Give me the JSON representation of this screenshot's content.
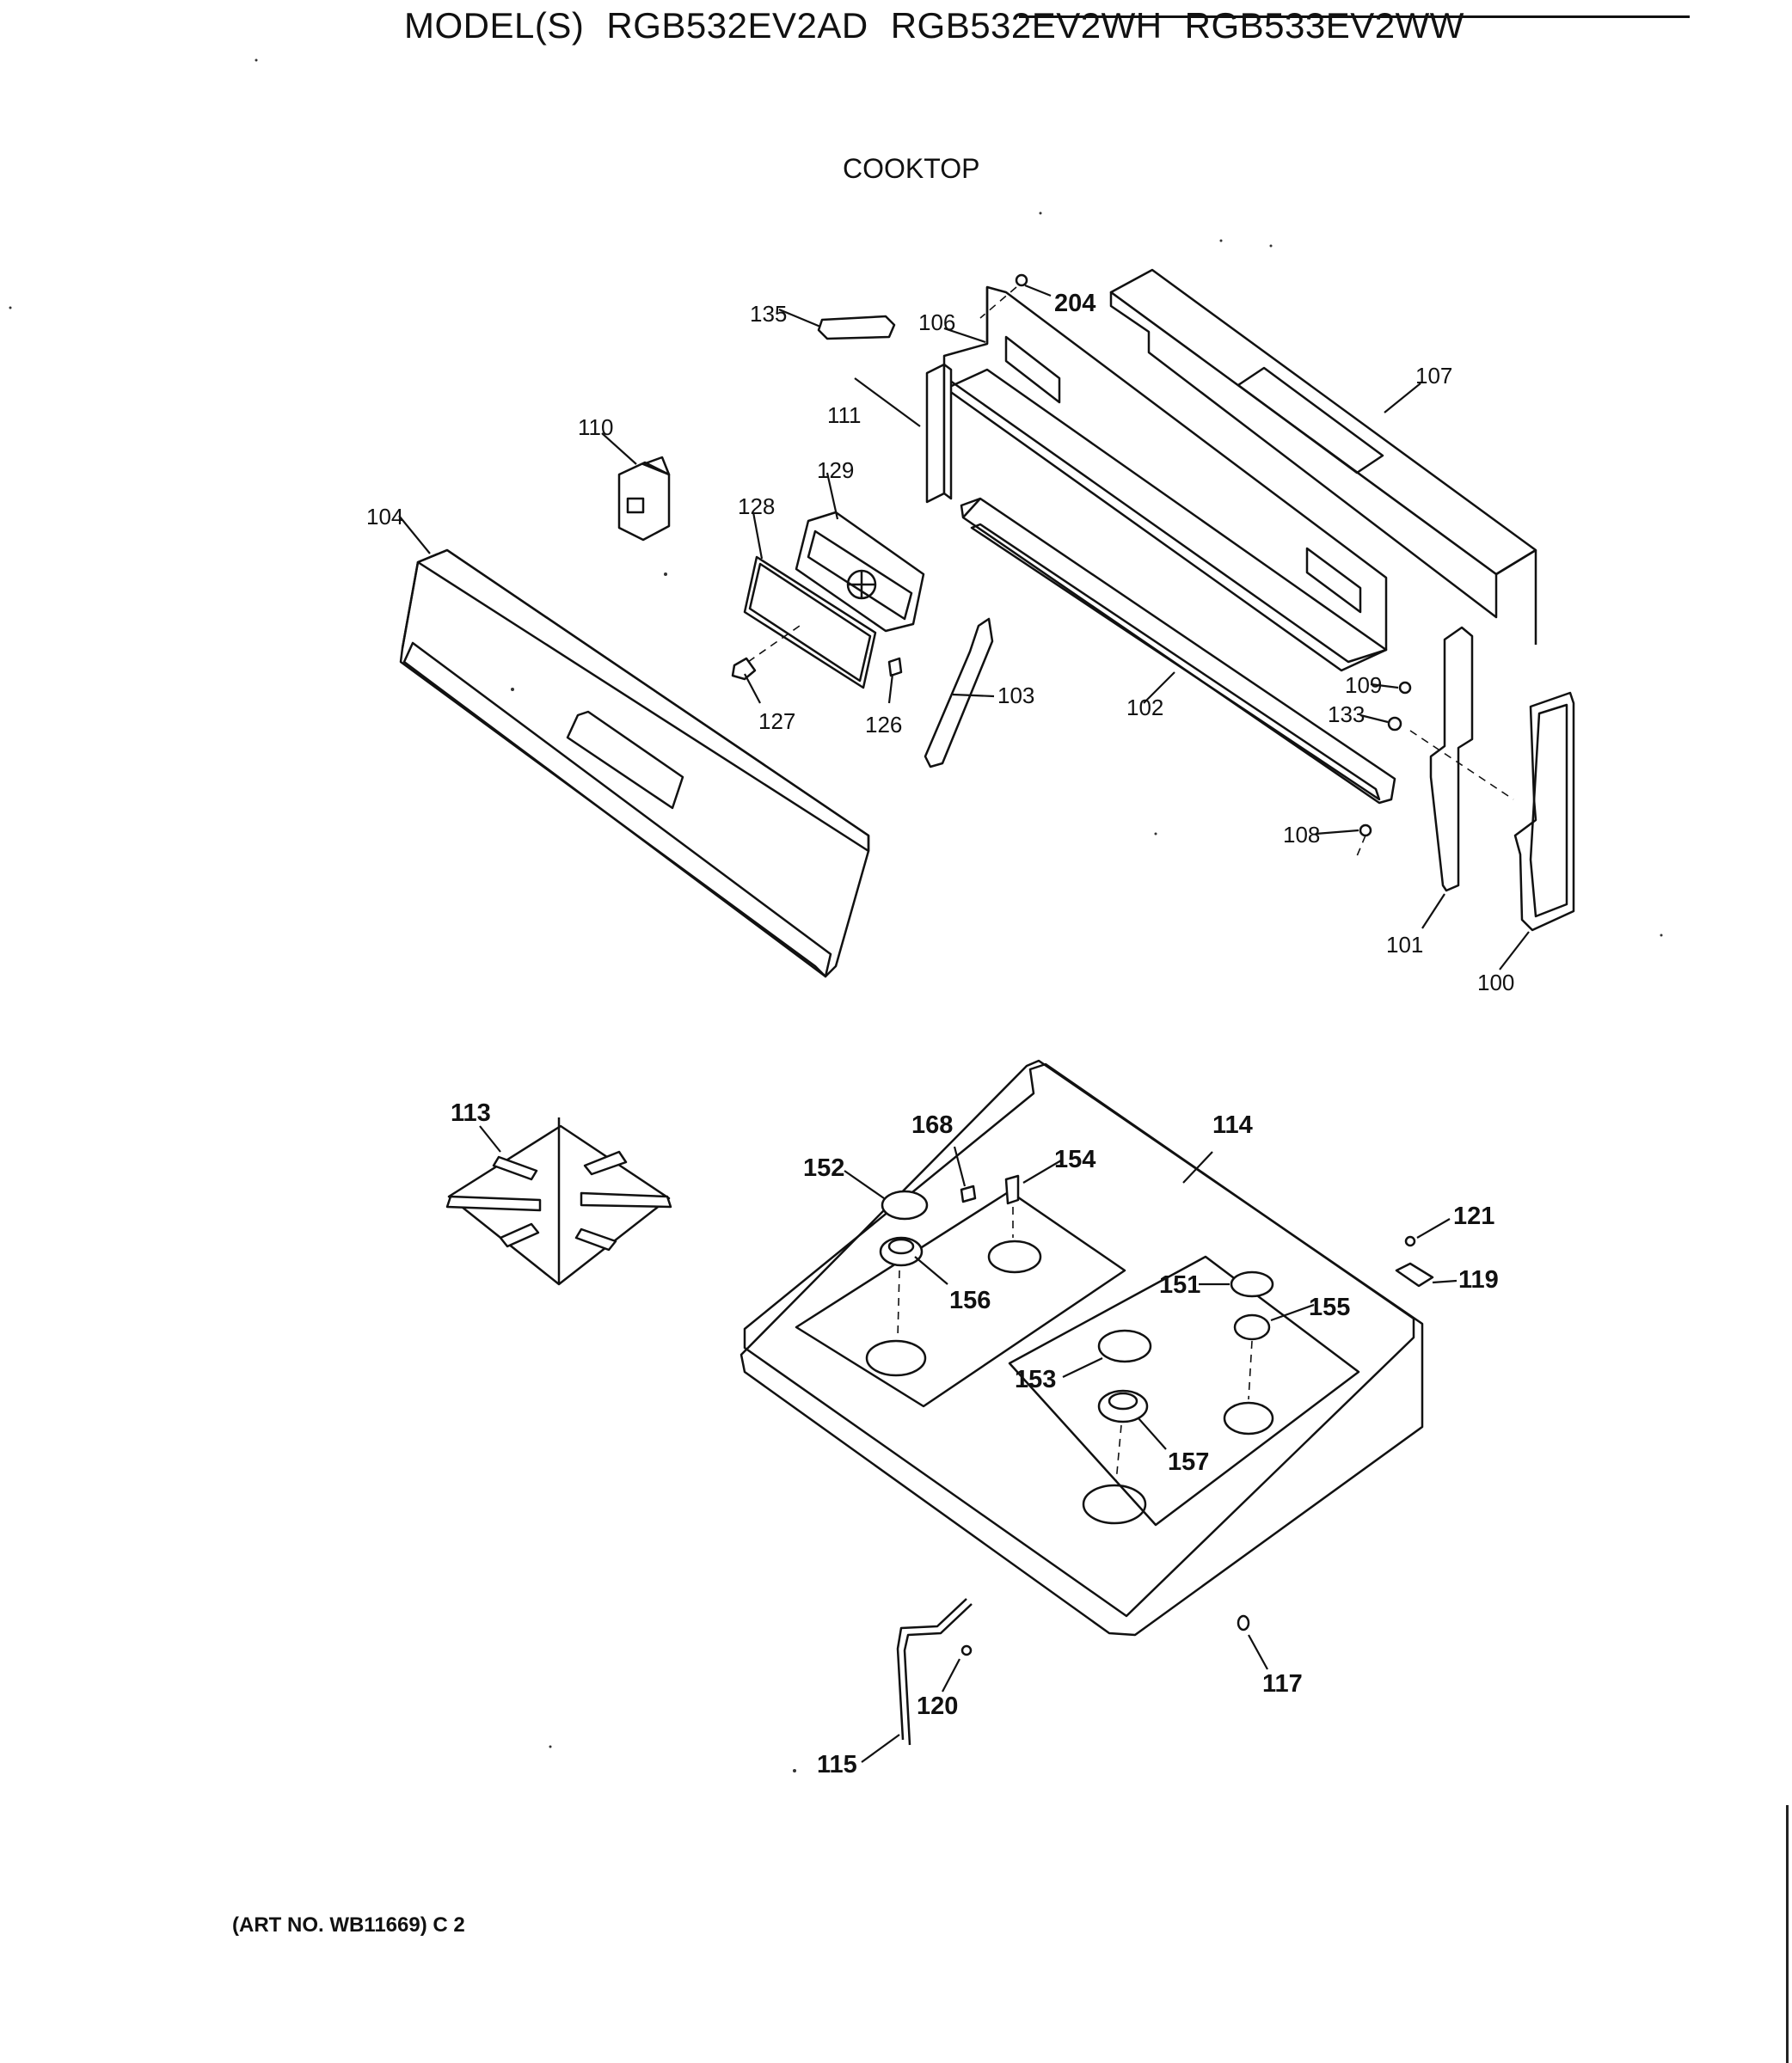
{
  "header": {
    "models_prefix": "MODEL(S)",
    "models": [
      "RGB532EV2AD",
      "RGB532EV2WH",
      "RGB533EV2WW"
    ]
  },
  "section_title": "COOKTOP",
  "art_no": "(ART NO. WB11669) C 2",
  "callouts": {
    "c100": "100",
    "c101": "101",
    "c102": "102",
    "c103": "103",
    "c104": "104",
    "c106": "106",
    "c107": "107",
    "c108": "108",
    "c109": "109",
    "c110": "110",
    "c111": "111",
    "c126": "126",
    "c127": "127",
    "c128": "128",
    "c129": "129",
    "c133": "133",
    "c135": "135",
    "c204": "204",
    "c113": "113",
    "c114": "114",
    "c115": "115",
    "c117": "117",
    "c119": "119",
    "c120": "120",
    "c121": "121",
    "c151": "151",
    "c152": "152",
    "c153": "153",
    "c154": "154",
    "c155": "155",
    "c156": "156",
    "c157": "157",
    "c168": "168"
  }
}
